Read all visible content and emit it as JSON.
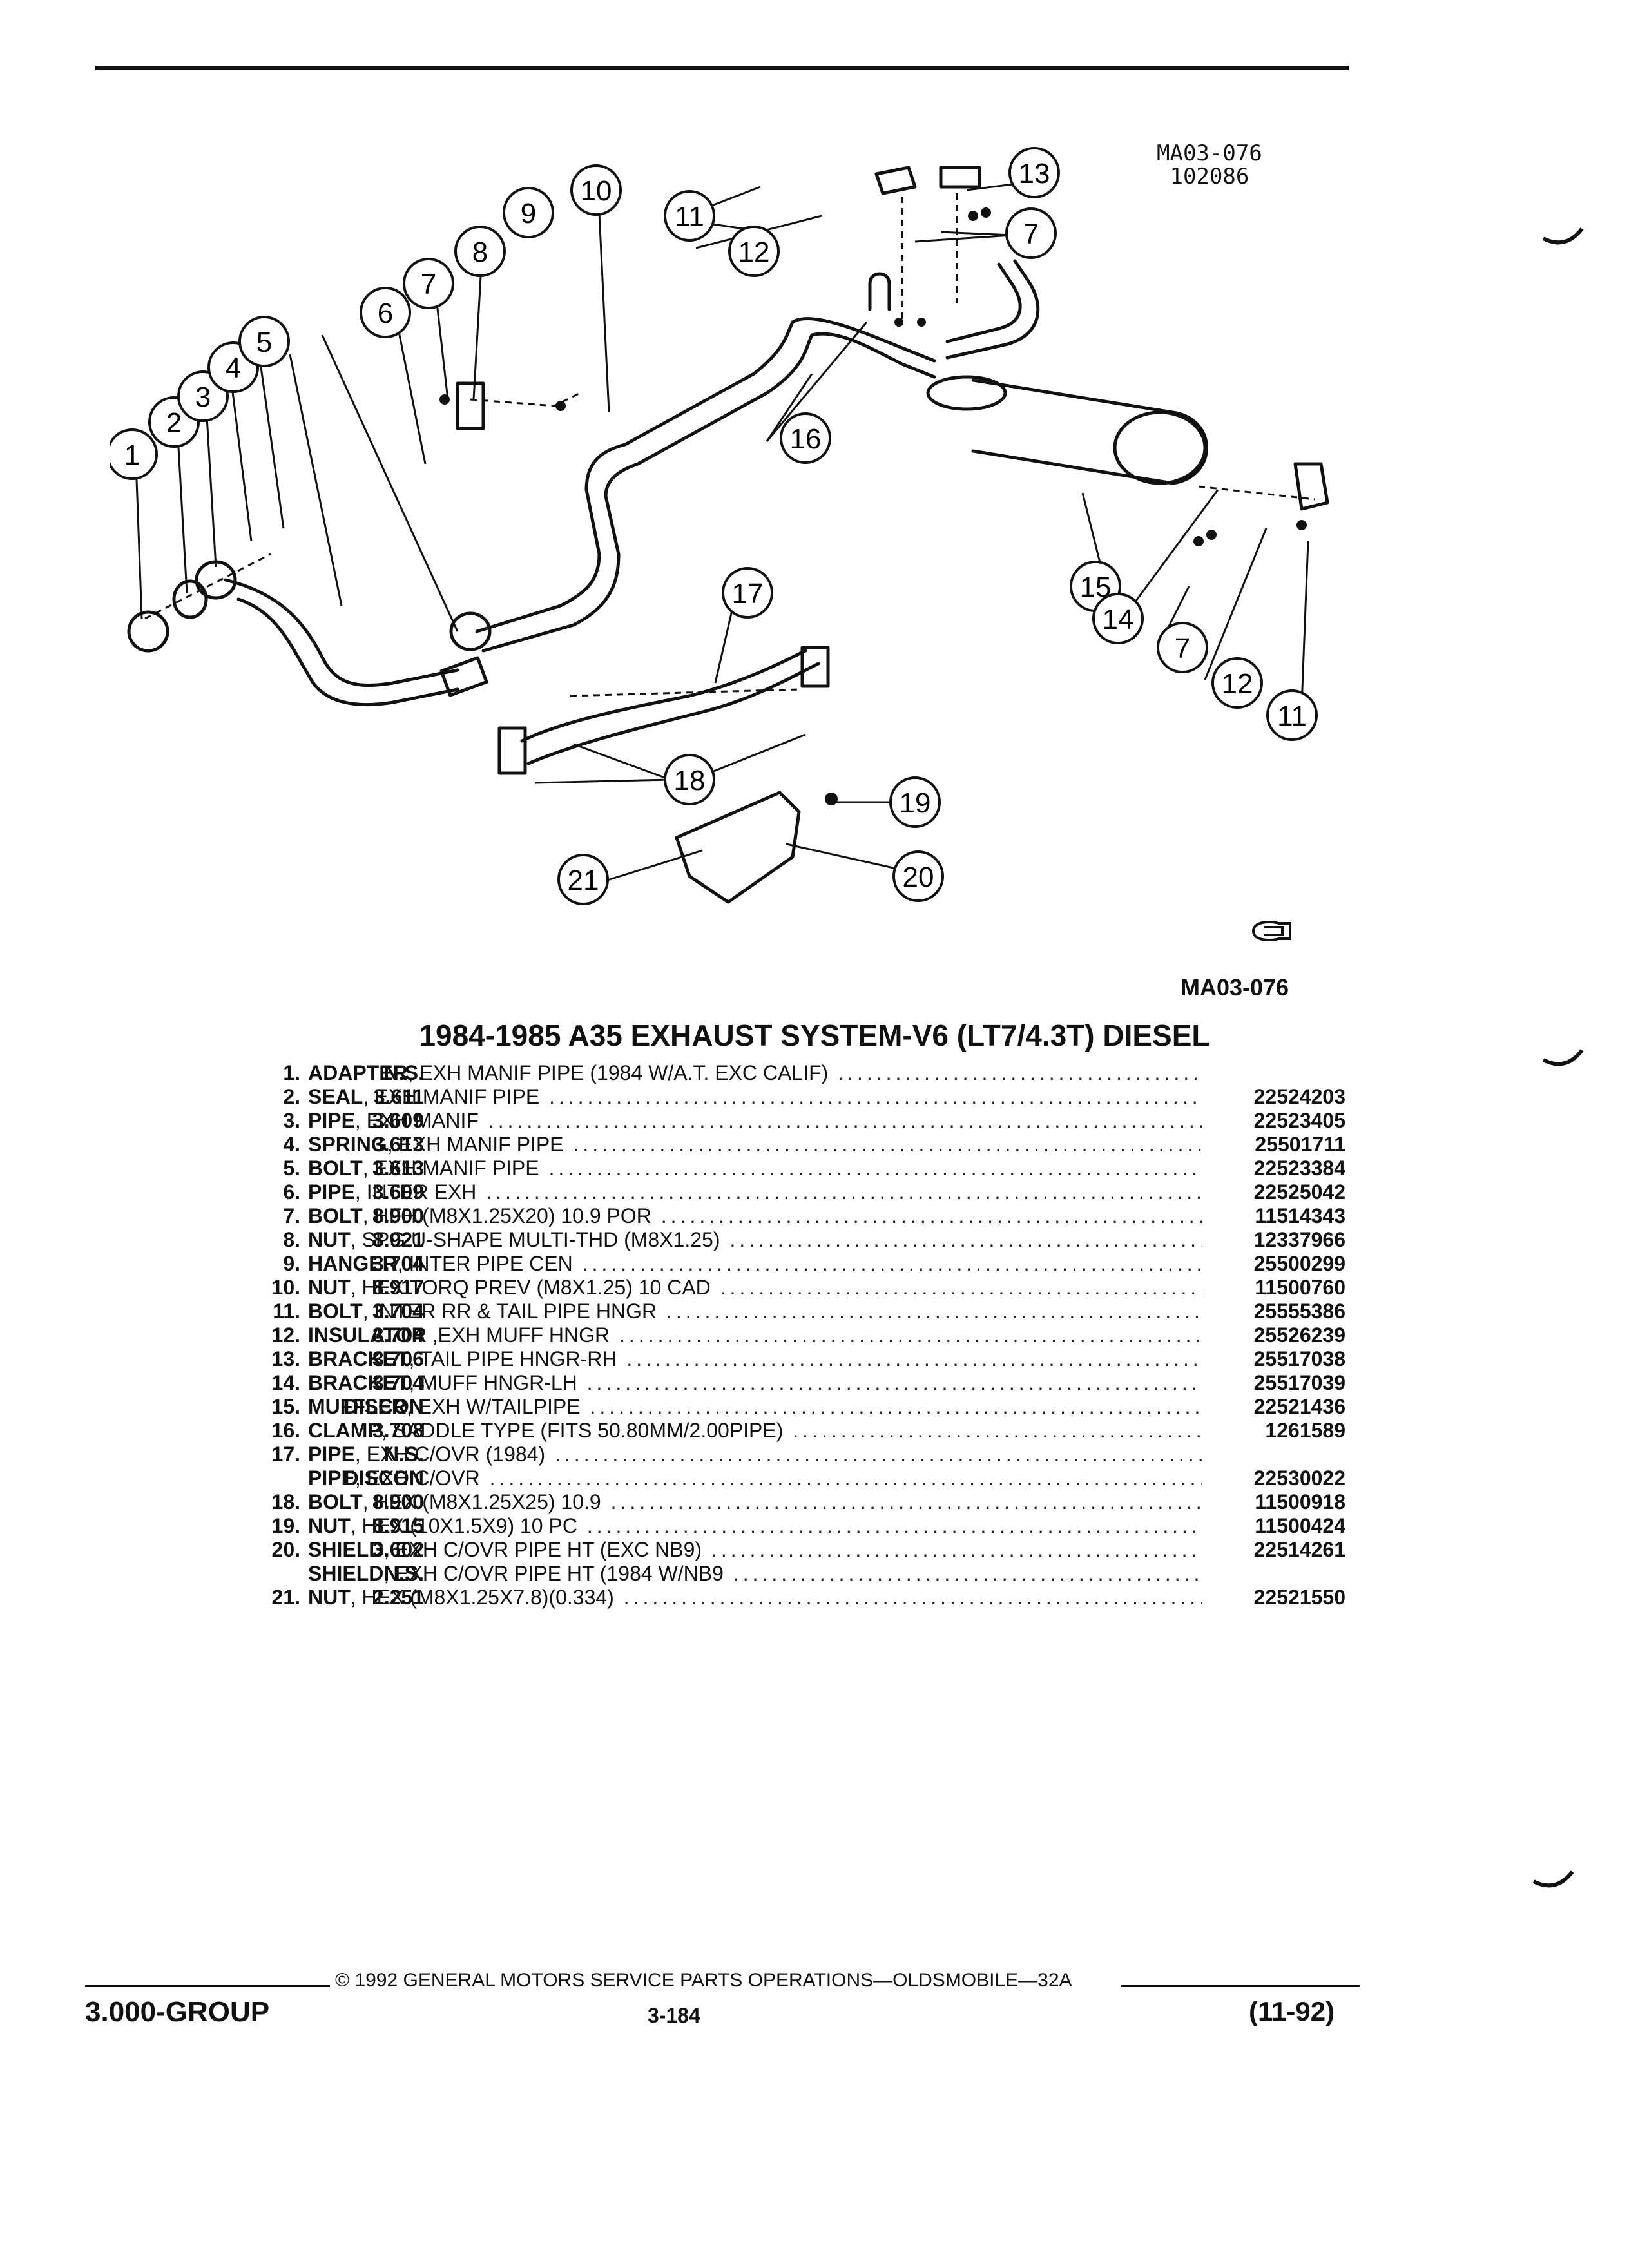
{
  "diagram": {
    "code_top": "MA03-076",
    "code_top_date": "102086",
    "code_bottom": "MA03-076",
    "callouts": [
      "1",
      "2",
      "3",
      "4",
      "5",
      "6",
      "7",
      "8",
      "9",
      "10",
      "11",
      "12",
      "13",
      "7",
      "16",
      "15",
      "14",
      "7",
      "12",
      "11",
      "17",
      "18",
      "19",
      "20",
      "21"
    ]
  },
  "title": "1984-1985 A35 EXHAUST SYSTEM-V6 (LT7/4.3T) DIESEL",
  "parts": [
    {
      "no": "1.",
      "grp": "N.S.",
      "name": "ADAPTER",
      "desc": ", EXH MANIF PIPE (1984 W/A.T. EXC CALIF)",
      "pn": ""
    },
    {
      "no": "2.",
      "grp": "3.611",
      "name": "SEAL",
      "desc": ", EXH MANIF PIPE",
      "pn": "22524203"
    },
    {
      "no": "3.",
      "grp": "3.609",
      "name": "PIPE",
      "desc": ", EXH MANIF",
      "pn": "22523405"
    },
    {
      "no": "4.",
      "grp": "3.613",
      "name": "SPRING",
      "desc": ", EXH MANIF PIPE",
      "pn": "25501711"
    },
    {
      "no": "5.",
      "grp": "3.613",
      "name": "BOLT",
      "desc": ", EXH MANIF PIPE",
      "pn": "22523384"
    },
    {
      "no": "6.",
      "grp": "3.609",
      "name": "PIPE",
      "desc": ", INTER EXH",
      "pn": "22525042"
    },
    {
      "no": "7.",
      "grp": "8.900",
      "name": "BOLT",
      "desc": ", HFH (M8X1.25X20) 10.9 POR",
      "pn": "11514343"
    },
    {
      "no": "8.",
      "grp": "8.921",
      "name": "NUT",
      "desc": ", SPG U-SHAPE MULTI-THD (M8X1.25)",
      "pn": "12337966"
    },
    {
      "no": "9.",
      "grp": "3.704",
      "name": "HANGER",
      "desc": ", INTER PIPE CEN",
      "pn": "25500299"
    },
    {
      "no": "10.",
      "grp": "8.917",
      "name": "NUT",
      "desc": ", HEX TORQ PREV (M8X1.25) 10 CAD",
      "pn": "11500760"
    },
    {
      "no": "11.",
      "grp": "3.704",
      "name": "BOLT",
      "desc": ", INTER RR & TAIL PIPE HNGR",
      "pn": "25555386"
    },
    {
      "no": "12.",
      "grp": "3.704",
      "name": "INSULATOR",
      "desc": " ,EXH MUFF HNGR",
      "pn": "25526239"
    },
    {
      "no": "13.",
      "grp": "3.706",
      "name": "BRACKET",
      "desc": ", TAIL PIPE HNGR-RH",
      "pn": "25517038"
    },
    {
      "no": "14.",
      "grp": "3.704",
      "name": "BRACKET",
      "desc": ", MUFF HNGR-LH",
      "pn": "25517039"
    },
    {
      "no": "15.",
      "grp": "DISCON",
      "name": "MUFFLER",
      "desc": ", EXH W/TAILPIPE",
      "pn": "22521436"
    },
    {
      "no": "16.",
      "grp": "3.708",
      "name": "CLAMP",
      "desc": ", SADDLE TYPE (FITS 50.80MM/2.00PIPE)",
      "pn": "1261589"
    },
    {
      "no": "17.",
      "grp": "N.S.",
      "name": "PIPE",
      "desc": ", EXH C/OVR (1984)",
      "pn": ""
    },
    {
      "no": "",
      "grp": "DISCON",
      "name": "PIPE",
      "desc": ", EXH C/OVR",
      "pn": "22530022"
    },
    {
      "no": "18.",
      "grp": "8.900",
      "name": "BOLT",
      "desc": ", HEX (M8X1.25X25) 10.9",
      "pn": "11500918"
    },
    {
      "no": "19.",
      "grp": "8.915",
      "name": "NUT",
      "desc": ", HEX (10X1.5X9) 10 PC",
      "pn": "11500424"
    },
    {
      "no": "20.",
      "grp": "3.602",
      "name": "SHIELD",
      "desc": ", EXH C/OVR PIPE HT (EXC NB9)",
      "pn": "22514261"
    },
    {
      "no": "",
      "grp": "N.S.",
      "name": "SHIELD",
      "desc": ", EXH C/OVR PIPE HT (1984 W/NB9",
      "pn": ""
    },
    {
      "no": "21.",
      "grp": "2.251",
      "name": "NUT",
      "desc": ", HEX (M8X1.25X7.8)(0.334)",
      "pn": "22521550"
    }
  ],
  "footer": {
    "copyright": "© 1992 GENERAL MOTORS SERVICE PARTS OPERATIONS—OLDSMOBILE—32A",
    "group": "3.000-GROUP",
    "page": "3-184",
    "date": "(11-92)"
  }
}
